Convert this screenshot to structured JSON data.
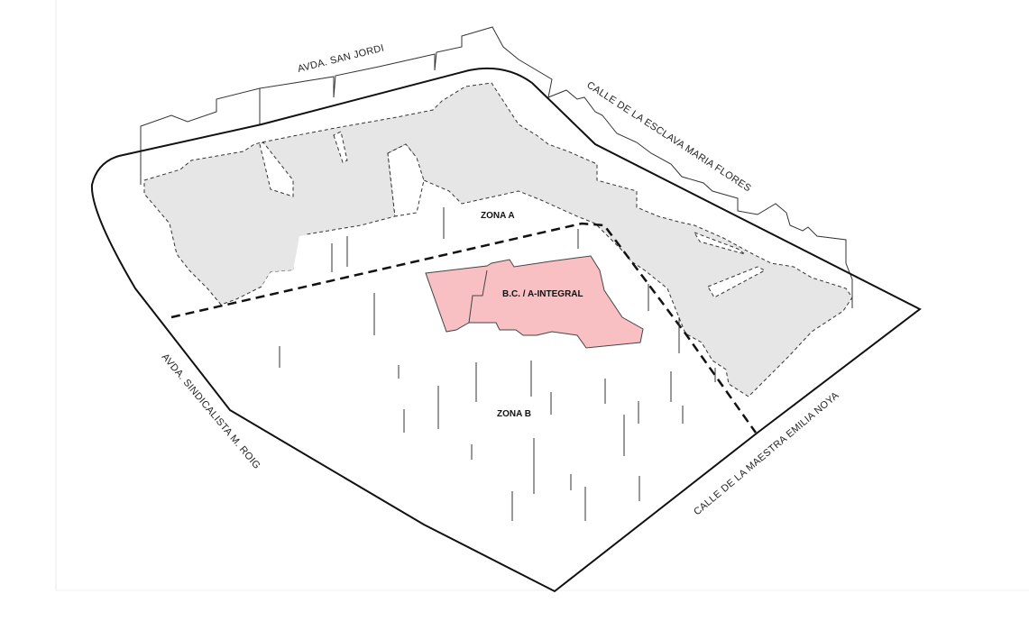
{
  "streets": {
    "north": "AVDA. SAN JORDI",
    "northeast": "CALLE DE LA ESCLAVA MARIA FLORES",
    "southeast": "CALLE DE LA MAESTRA EMILIA NOYA",
    "southwest": "AVDA. SINDICALISTA M. ROIG"
  },
  "zones": {
    "zone_a": "ZONA A",
    "zone_b": "ZONA B",
    "protected_building": "B.C. / A-INTEGRAL"
  },
  "colors": {
    "building_fill": "#e6e6e6",
    "protected_fill": "#f9c0c4",
    "outline": "#111111"
  }
}
